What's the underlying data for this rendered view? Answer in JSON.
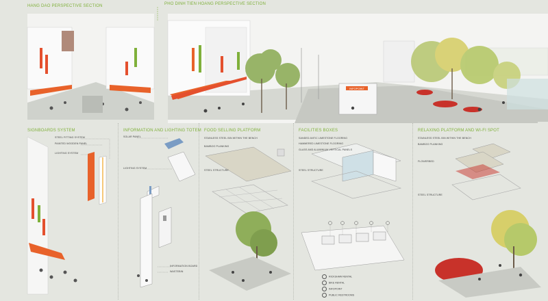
{
  "sections": {
    "hang_dao": "HANG DAO PERSPECTIVE SECTION",
    "pho_dinh": "PHO DINH TIEN HOANG PERSPECTIVE SECTION"
  },
  "panels": [
    {
      "title": "SIGNBOARDS SYSTEM",
      "labels": [
        "STEEL FITTING SYSTEM",
        "PAINTED WOODEN PANEL",
        "LIGHTING SYSTEM"
      ]
    },
    {
      "title": "INFORMATION AND LIGHTING TOTEM",
      "labels": [
        "SOLAR PANEL",
        "LIGHTING SYSTEM",
        "INFORMATION BOARD",
        "WASTEBIN"
      ]
    },
    {
      "title": "FOOD SELLING PLATFORM",
      "labels": [
        "STAINLESS STEEL BIN WITHIN THE BENCH",
        "BAMBOO PLANKING",
        "STEEL STRUCTURE"
      ]
    },
    {
      "title": "FACILITIES BOXES",
      "labels": [
        "SANDED ANTIC LIMESTONE FLOORING",
        "HAMMERED LIMESTONE FLOORING",
        "GLASS AND ALUMINIUM VERTICAL PANELS",
        "STEEL STRUCTURE"
      ]
    },
    {
      "title": "RELAXING PLATFORM AND WI-FI SPOT",
      "labels": [
        "STAINLESS STEEL BIN WITHIN THE BENCH",
        "BAMBOO PLANKING",
        "FLOWERBED",
        "STEEL STRUCTURE"
      ]
    }
  ],
  "facilities_legend": [
    "RICKSHAW RENTAL",
    "BIKE RENTAL",
    "INFOPOINT",
    "PUBLIC RESTROOMS"
  ],
  "infopoint_sign": "INFOPOINT",
  "colors": {
    "accent": "#7fb03a",
    "awning": "#e8622a",
    "sign": "#e4502e",
    "tree": "#8fae5a",
    "flower": "#c8322a"
  }
}
